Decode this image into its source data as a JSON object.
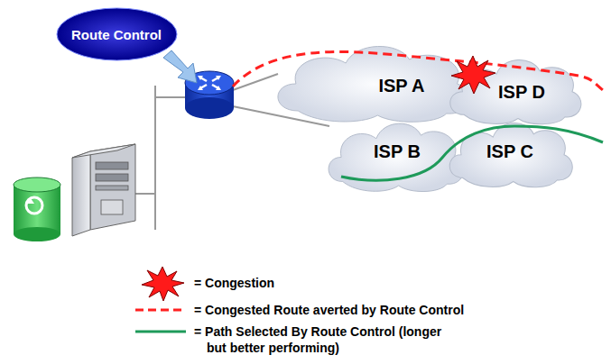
{
  "diagram": {
    "nodes": [
      {
        "text": [
          "Route Control"
        ]
      },
      {
        "text": [
          "ISP A"
        ]
      },
      {
        "text": [
          "ISP D"
        ]
      },
      {
        "text": [
          "ISP B"
        ]
      },
      {
        "text": [
          "ISP C"
        ]
      }
    ],
    "legend": [
      {
        "text": "= Congestion"
      },
      {
        "text": "= Congested Route averted by Route Control"
      },
      {
        "text": "= Path Selected By Route Control (longer but better performing)"
      }
    ]
  }
}
